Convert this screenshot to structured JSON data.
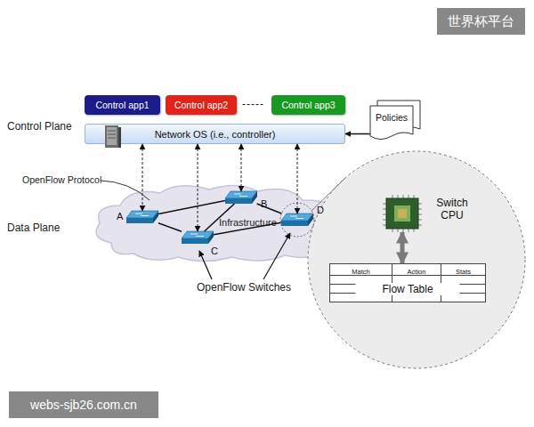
{
  "diagram": {
    "nodes": [
      {
        "text": [
          "Control app1"
        ]
      },
      {
        "text": [
          "Control app2"
        ]
      },
      {
        "text": [
          "Control app3"
        ]
      },
      {
        "text": [
          "Policies"
        ]
      },
      {
        "text": [
          "Network OS (i.e., controller)"
        ]
      },
      {
        "text": [
          "Infrastructure"
        ]
      },
      {
        "text": [
          "A"
        ],
        "in": 5
      },
      {
        "text": [
          "B"
        ],
        "in": 5
      },
      {
        "text": [
          "C"
        ],
        "in": 5
      },
      {
        "text": [
          "D"
        ],
        "in": 5
      },
      {
        "text": [
          "Switch CPU"
        ]
      },
      {
        "text": [
          "Match",
          "Action",
          "Stats",
          "Flow Table"
        ]
      }
    ],
    "edges": [
      {
        "from": 3,
        "to": 4,
        "arrow": "to"
      },
      {
        "from": 4,
        "to": 6,
        "arrow": "both"
      },
      {
        "from": 4,
        "to": 8,
        "arrow": "both"
      },
      {
        "from": 4,
        "to": 7,
        "arrow": "both"
      },
      {
        "from": 4,
        "to": 9,
        "arrow": "both"
      },
      {
        "from": 6,
        "to": 7,
        "arrow": "none"
      },
      {
        "from": 6,
        "to": 8,
        "arrow": "none"
      },
      {
        "from": 8,
        "to": 7,
        "arrow": "none"
      },
      {
        "from": 7,
        "to": 9,
        "arrow": "none"
      },
      {
        "from": 8,
        "to": 9,
        "arrow": "none"
      },
      {
        "from": 10,
        "to": 11,
        "arrow": "both"
      }
    ],
    "labels": [
      "世界杯平台",
      "Control Plane",
      "-----",
      "OpenFlow Protocol",
      "Data Plane",
      "OpenFlow Switches",
      "webs-sjb26.com.cn"
    ]
  }
}
